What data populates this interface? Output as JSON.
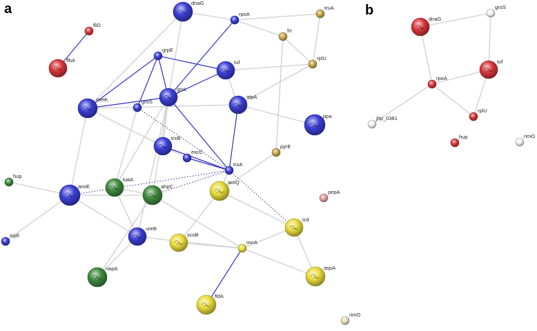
{
  "panels": [
    {
      "label": "a",
      "nodes": [
        {
          "id": "dnaG",
          "color": "blue"
        },
        {
          "id": "rpoA",
          "color": "blue"
        },
        {
          "id": "truA",
          "color": "tan"
        },
        {
          "id": "fliD",
          "color": "red"
        },
        {
          "id": "frr",
          "color": "tan"
        },
        {
          "id": "flbA",
          "color": "red"
        },
        {
          "id": "grpE",
          "color": "blue"
        },
        {
          "id": "rplU",
          "color": "tan"
        },
        {
          "id": "tuf",
          "color": "blue"
        },
        {
          "id": "metK",
          "color": "blue"
        },
        {
          "id": "groS",
          "color": "blue"
        },
        {
          "id": "groL",
          "color": "blue"
        },
        {
          "id": "atpA",
          "color": "blue"
        },
        {
          "id": "ppa",
          "color": "blue"
        },
        {
          "id": "trxB",
          "color": "blue"
        },
        {
          "id": "excC",
          "color": "blue"
        },
        {
          "id": "pyrE",
          "color": "tan"
        },
        {
          "id": "trxA",
          "color": "blue"
        },
        {
          "id": "hup",
          "color": "green"
        },
        {
          "id": "katA",
          "color": "green"
        },
        {
          "id": "amiE",
          "color": "blue"
        },
        {
          "id": "ahpC",
          "color": "green"
        },
        {
          "id": "aroQ",
          "color": "yellow"
        },
        {
          "id": "pepA",
          "color": "pink"
        },
        {
          "id": "ispE",
          "color": "blue"
        },
        {
          "id": "ureB",
          "color": "blue"
        },
        {
          "id": "icd",
          "color": "yellow"
        },
        {
          "id": "scoB",
          "color": "yellow"
        },
        {
          "id": "oorA",
          "color": "yellow"
        },
        {
          "id": "napA",
          "color": "green"
        },
        {
          "id": "aspA",
          "color": "yellow"
        },
        {
          "id": "fldA",
          "color": "yellow"
        },
        {
          "id": "rimO",
          "color": "beige"
        }
      ],
      "edges": [
        [
          "grpE",
          "groL",
          "blue"
        ],
        [
          "grpE",
          "groS",
          "blue"
        ],
        [
          "grpE",
          "metK",
          "blue"
        ],
        [
          "grpE",
          "tuf",
          "blue"
        ],
        [
          "rpoA",
          "groL",
          "blue"
        ],
        [
          "metK",
          "groL",
          "blue"
        ],
        [
          "groL",
          "trxA",
          "blue"
        ],
        [
          "atpA",
          "trxA",
          "blue"
        ],
        [
          "tuf",
          "groL",
          "blue"
        ],
        [
          "trxB",
          "trxA",
          "blue"
        ],
        [
          "excC",
          "trxA",
          "blue"
        ],
        [
          "fliD",
          "flbA",
          "blue"
        ],
        [
          "oorA",
          "fldA",
          "blue"
        ],
        [
          "groS",
          "trxA",
          "dotted"
        ],
        [
          "trxA",
          "icd",
          "dotted"
        ],
        [
          "ahpC",
          "trxA",
          "dotted"
        ],
        [
          "amiE",
          "trxA",
          "dotted"
        ],
        [
          "metK",
          "trxB",
          "gray"
        ],
        [
          "metK",
          "atpA",
          "gray"
        ],
        [
          "dnaG",
          "groL",
          "gray"
        ],
        [
          "dnaG",
          "rpoA",
          "gray"
        ],
        [
          "rpoA",
          "truA",
          "gray"
        ],
        [
          "rpoA",
          "frr",
          "gray"
        ],
        [
          "frr",
          "rplU",
          "gray"
        ],
        [
          "frr",
          "pyrE",
          "gray"
        ],
        [
          "tuf",
          "rplU",
          "gray"
        ],
        [
          "tuf",
          "atpA",
          "gray"
        ],
        [
          "atpA",
          "ppa",
          "gray"
        ],
        [
          "groL",
          "katA",
          "gray"
        ],
        [
          "groL",
          "ahpC",
          "gray"
        ],
        [
          "katA",
          "ahpC",
          "gray"
        ],
        [
          "amiE",
          "ureB",
          "gray"
        ],
        [
          "amiE",
          "ahpC",
          "gray"
        ],
        [
          "amiE",
          "hup",
          "gray"
        ],
        [
          "ureB",
          "katA",
          "gray"
        ],
        [
          "ureB",
          "napA",
          "gray"
        ],
        [
          "ureB",
          "oorA",
          "gray"
        ],
        [
          "oorA",
          "icd",
          "gray"
        ],
        [
          "oorA",
          "aspA",
          "gray"
        ],
        [
          "oorA",
          "scoB",
          "gray"
        ],
        [
          "icd",
          "aspA",
          "gray"
        ],
        [
          "scoB",
          "aroQ",
          "gray"
        ],
        [
          "aroQ",
          "trxA",
          "gray"
        ],
        [
          "aroQ",
          "icd",
          "gray"
        ],
        [
          "groL",
          "trxB",
          "gray"
        ],
        [
          "trxB",
          "excC",
          "gray"
        ],
        [
          "groS",
          "katA",
          "gray"
        ],
        [
          "metK",
          "amiE",
          "gray"
        ],
        [
          "napA",
          "ahpC",
          "gray"
        ],
        [
          "pyrE",
          "aroQ",
          "gray"
        ],
        [
          "truA",
          "rplU",
          "gray"
        ],
        [
          "amiE",
          "ispE",
          "gray"
        ],
        [
          "dnaG",
          "metK",
          "gray"
        ],
        [
          "rplU",
          "atpA",
          "gray"
        ],
        [
          "groL",
          "ureB",
          "gray"
        ],
        [
          "ahpC",
          "oorA",
          "gray"
        ]
      ]
    },
    {
      "label": "b",
      "nodes": [
        {
          "id": "dnaG",
          "color": "red"
        },
        {
          "id": "groS",
          "color": "white"
        },
        {
          "id": "tuf",
          "color": "red"
        },
        {
          "id": "rpoA",
          "color": "red"
        },
        {
          "id": "rplU",
          "color": "red"
        },
        {
          "id": "jhp_0381",
          "color": "white"
        },
        {
          "id": "hup",
          "color": "red"
        },
        {
          "id": "rimO",
          "color": "white"
        }
      ],
      "edges": [
        [
          "dnaG",
          "rpoA",
          "gray"
        ],
        [
          "dnaG",
          "groS",
          "gray"
        ],
        [
          "groS",
          "tuf",
          "gray"
        ],
        [
          "tuf",
          "rpoA",
          "gray"
        ],
        [
          "tuf",
          "rplU",
          "gray"
        ],
        [
          "rpoA",
          "rplU",
          "gray"
        ],
        [
          "rpoA",
          "jhp_0381",
          "gray"
        ]
      ]
    }
  ],
  "colors": {
    "blue": "#3b3fd6",
    "red": "#d9363a",
    "green": "#3f8a3f",
    "yellow": "#e9dc3e",
    "tan": "#c9a94c",
    "pink": "#e6a0a0",
    "beige": "#e6dfbf",
    "white": "#f2f2f2",
    "edge_blue": "#3030c0",
    "edge_gray": "#d0d0d0",
    "edge_dotted": "#4a4a9a"
  }
}
